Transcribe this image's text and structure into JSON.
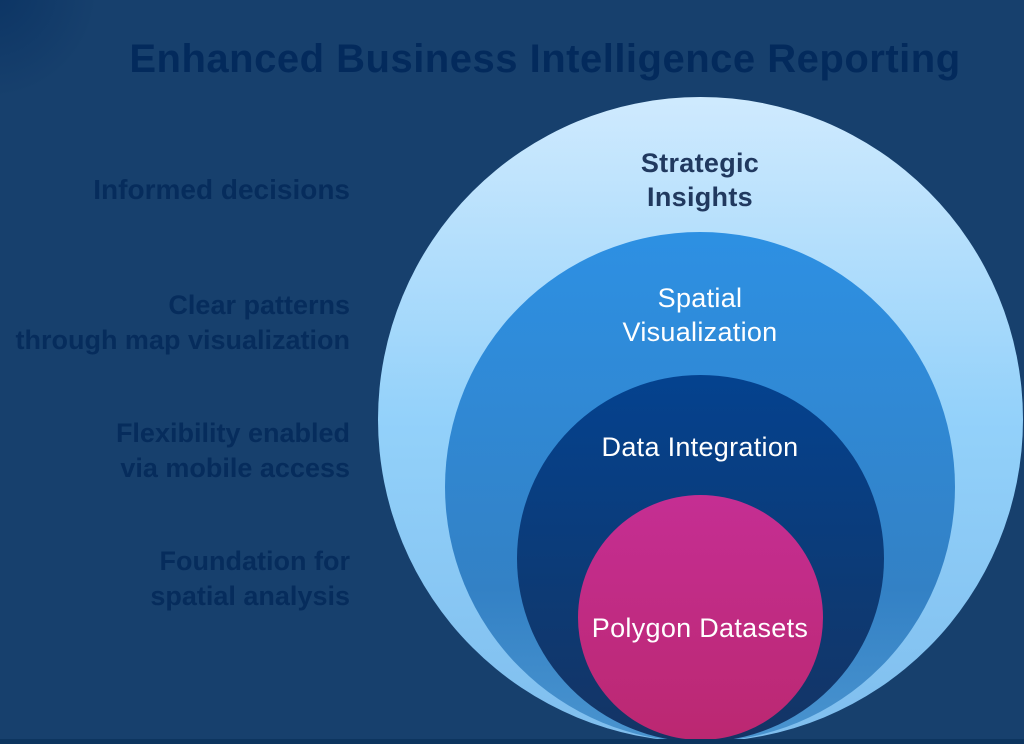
{
  "title": "Enhanced Business Intelligence Reporting",
  "colors": {
    "background": "#17406d",
    "title_text": "#032a5c",
    "left_text": "#062c5c",
    "ring_outer_top": "#cfeafe",
    "ring_outer_bottom": "#7fbeee",
    "ring_blue_top": "#2d90e3",
    "ring_blue_bottom": "#3381c5",
    "ring_navy_top": "#04428f",
    "ring_navy_bottom": "#143465",
    "ring_magenta_top": "#c52e93",
    "ring_magenta_bottom": "#bb2871",
    "outer_label_text": "#21395f",
    "inner_label_text": "#ffffff"
  },
  "left_panel": {
    "items": [
      {
        "lines": [
          "Informed decisions"
        ]
      },
      {
        "lines": [
          "Clear patterns",
          "through map visualization"
        ]
      },
      {
        "lines": [
          "Flexibility enabled",
          "via mobile access"
        ]
      },
      {
        "lines": [
          "Foundation for",
          "spatial analysis"
        ]
      }
    ]
  },
  "diagram": {
    "type": "nested-tangent-circles",
    "rings": [
      {
        "label": "Strategic Insights"
      },
      {
        "label": "Spatial Visualization"
      },
      {
        "label": "Data Integration"
      },
      {
        "label": "Polygon Datasets"
      }
    ]
  }
}
